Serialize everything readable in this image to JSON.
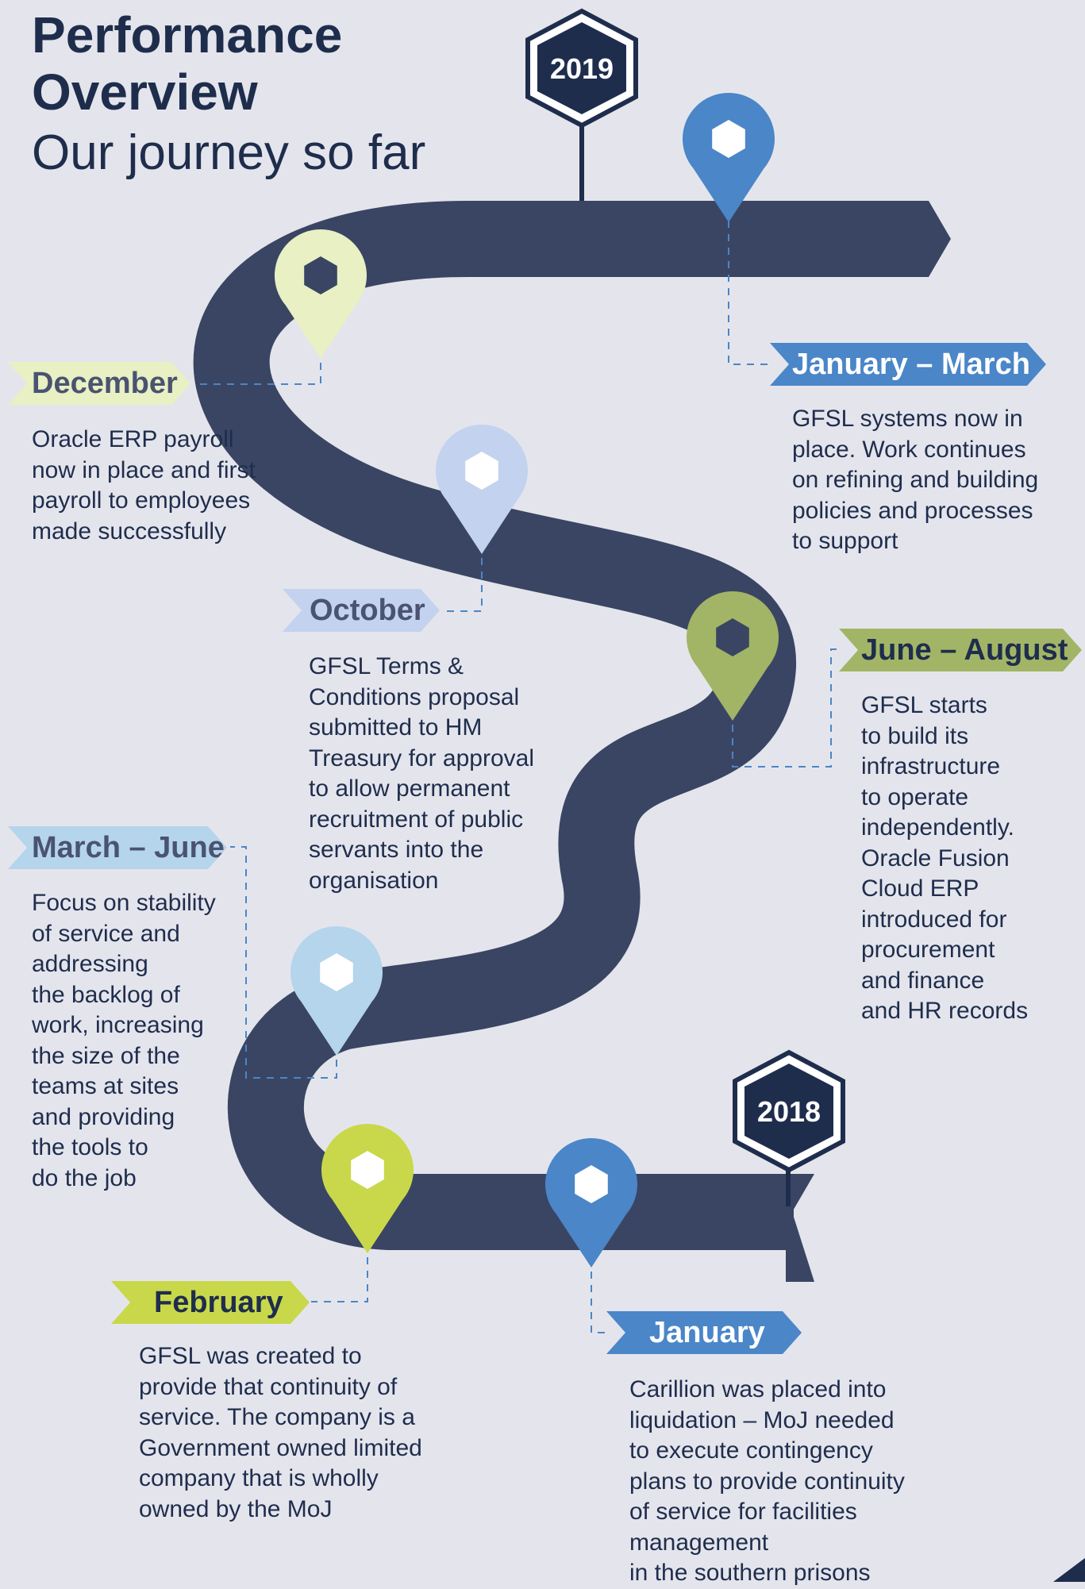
{
  "title": {
    "line1": "Performance",
    "line2": "Overview",
    "subtitle": "Our journey so far"
  },
  "years": {
    "top": "2019",
    "bottom": "2018"
  },
  "colors": {
    "background": "#e4e5ec",
    "road": "#3a4563",
    "navy_text": "#1f2d4d",
    "dashes": "#4a86c8"
  },
  "milestones": [
    {
      "id": "january-march",
      "label": "January – March",
      "text_lines": [
        "GFSL systems now in",
        "place. Work continues",
        "on refining and building",
        "policies and processes",
        "to support"
      ],
      "pin_color": "#4a86c8",
      "tag_color": "#4a86c8",
      "tag_text_color": "#ffffff"
    },
    {
      "id": "december",
      "label": "December",
      "text_lines": [
        "Oracle ERP payroll",
        "now in place and first",
        "payroll to employees",
        "made successfully"
      ],
      "pin_color": "#e8f0c4",
      "tag_color": "#e8f0c4",
      "tag_text_color": "#4a5370"
    },
    {
      "id": "october",
      "label": "October",
      "text_lines": [
        "GFSL Terms &",
        "Conditions proposal",
        "submitted to HM",
        "Treasury for approval",
        "to allow permanent",
        "recruitment of public",
        "servants into the",
        "organisation"
      ],
      "pin_color": "#c3d2ee",
      "tag_color": "#c3d2ee",
      "tag_text_color": "#4a5370"
    },
    {
      "id": "june-august",
      "label": "June – August",
      "text_lines": [
        "GFSL starts",
        "to build its",
        "infrastructure",
        "to operate",
        "independently.",
        "Oracle Fusion",
        "Cloud ERP",
        "introduced for",
        "procurement",
        "and finance",
        "and HR records"
      ],
      "pin_color": "#a2b566",
      "tag_color": "#a2b566",
      "tag_text_color": "#1f2d4d"
    },
    {
      "id": "march-june",
      "label": "March – June",
      "text_lines": [
        "Focus on stability",
        "of service and",
        "addressing",
        "the backlog of",
        "work, increasing",
        "the size of the",
        "teams at sites",
        "and providing",
        "the tools to",
        "do the job"
      ],
      "pin_color": "#b4d5eb",
      "tag_color": "#b4d5eb",
      "tag_text_color": "#4a5370"
    },
    {
      "id": "february",
      "label": "February",
      "text_lines": [
        "GFSL was created to",
        "provide that continuity of",
        "service. The company is a",
        "Government owned limited",
        "company that is wholly",
        "owned by the MoJ"
      ],
      "pin_color": "#c8d84a",
      "tag_color": "#c8d84a",
      "tag_text_color": "#1f2d4d"
    },
    {
      "id": "january",
      "label": "January",
      "text_lines": [
        "Carillion was placed into",
        "liquidation – MoJ needed",
        "to execute contingency",
        "plans to provide continuity",
        "of service for facilities",
        "management",
        "in the southern prisons"
      ],
      "pin_color": "#4a86c8",
      "tag_color": "#4a86c8",
      "tag_text_color": "#ffffff"
    }
  ]
}
